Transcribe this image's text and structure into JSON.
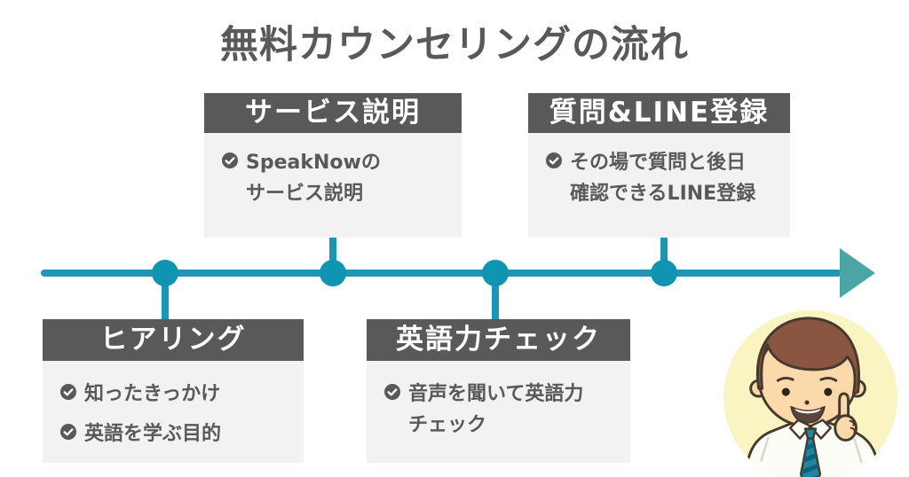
{
  "title": "無料カウンセリングの流れ",
  "steps": [
    {
      "title": "ヒアリング",
      "placement": "below",
      "items": [
        {
          "lines": [
            "知ったきっかけ"
          ]
        },
        {
          "lines": [
            "英語を学ぶ目的"
          ]
        }
      ]
    },
    {
      "title": "サービス説明",
      "placement": "above",
      "items": [
        {
          "lines": [
            "SpeakNowの",
            "サービス説明"
          ]
        }
      ]
    },
    {
      "title": "英語力チェック",
      "placement": "below",
      "items": [
        {
          "lines": [
            "音声を聞いて英語力",
            "チェック"
          ]
        }
      ]
    },
    {
      "title": "質問&LINE登録",
      "placement": "above",
      "items": [
        {
          "lines": [
            "その場で質問と後日",
            "確認できるLINE登録"
          ]
        }
      ]
    }
  ],
  "icons": {
    "check": "circle-check"
  },
  "colors": {
    "title_text": "#595959",
    "card_header_bg": "#595959",
    "card_header_text": "#ffffff",
    "card_body_bg": "#f2f2f2",
    "body_text": "#595959",
    "timeline_line": "#2395b4",
    "timeline_dot": "#0f95b2",
    "timeline_arrow": "#4ba4a6",
    "avatar_circle_bg": "#f9f4c1",
    "avatar_tie": "#1d86a0"
  }
}
